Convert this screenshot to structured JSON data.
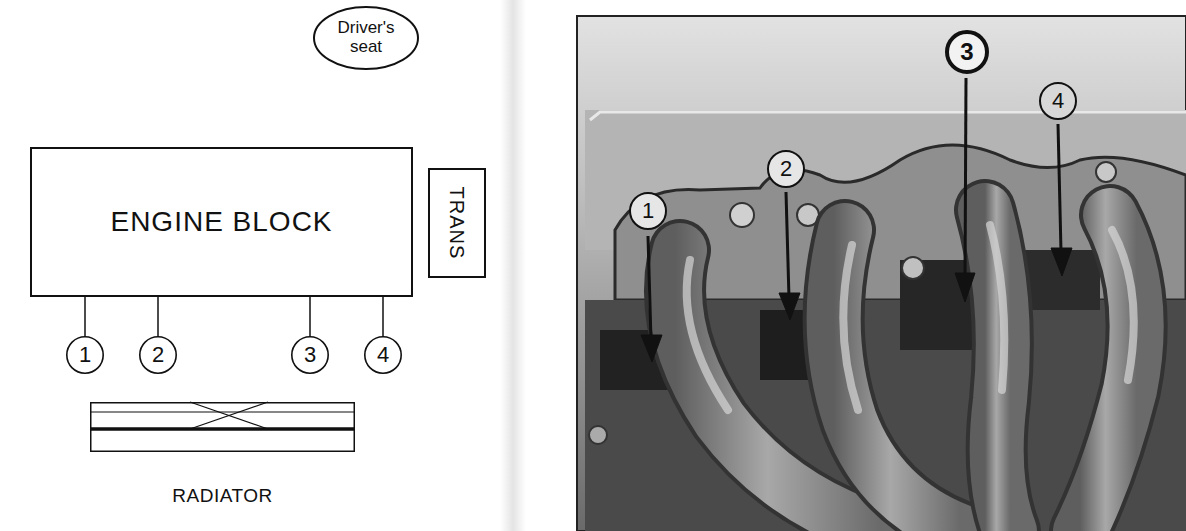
{
  "diagram": {
    "nodes": [
      {
        "text": [
          "Driver's seat"
        ]
      },
      {
        "text": [
          "ENGINE BLOCK"
        ]
      },
      {
        "text": [
          "TRANS"
        ]
      },
      {
        "text": [
          "1"
        ]
      },
      {
        "text": [
          "2"
        ]
      },
      {
        "text": [
          "3"
        ]
      },
      {
        "text": [
          "4"
        ]
      },
      {
        "text": [
          "RADIATOR"
        ]
      },
      {
        "text": [
          "1"
        ]
      },
      {
        "text": [
          "2"
        ]
      },
      {
        "text": [
          "3"
        ]
      },
      {
        "text": [
          "4"
        ]
      }
    ],
    "edges": [
      {
        "from": 1,
        "to": 3,
        "arrow": "none"
      },
      {
        "from": 1,
        "to": 4,
        "arrow": "none"
      },
      {
        "from": 1,
        "to": 5,
        "arrow": "none"
      },
      {
        "from": 1,
        "to": 6,
        "arrow": "none"
      }
    ]
  }
}
